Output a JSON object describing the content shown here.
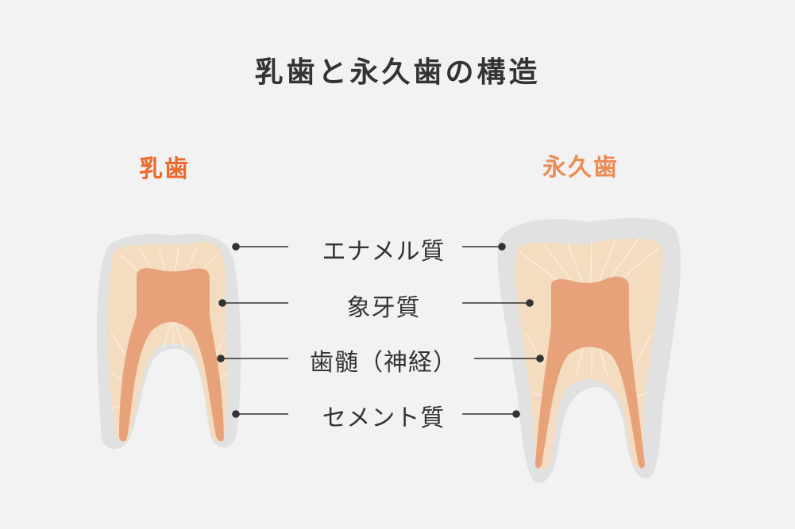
{
  "title": "乳歯と永久歯の構造",
  "teeth": {
    "primary": {
      "label": "乳歯",
      "color": "#ec6a2c"
    },
    "permanent": {
      "label": "永久歯",
      "color": "#eb8c55"
    }
  },
  "parts": [
    {
      "label": "エナメル質"
    },
    {
      "label": "象牙質"
    },
    {
      "label": "歯髄（神経）"
    },
    {
      "label": "セメント質"
    }
  ],
  "colors": {
    "enamel": "#e1e1e1",
    "dentin": "#f4dcc0",
    "pulp": "#e8a27a",
    "leader": "#333333"
  }
}
